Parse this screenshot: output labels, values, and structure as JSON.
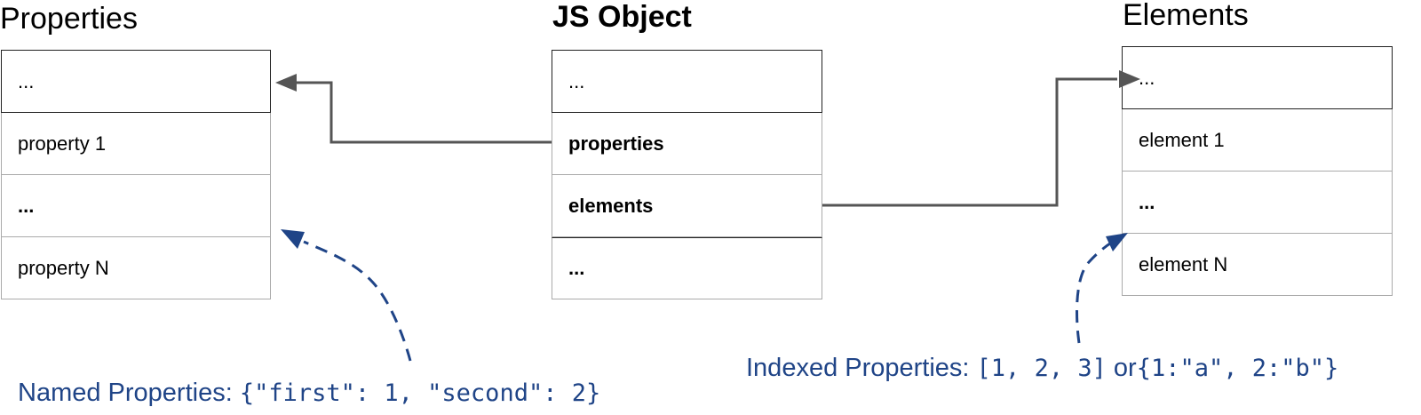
{
  "properties_table": {
    "title": "Properties",
    "rows": [
      "...",
      "property 1",
      "...",
      "property N"
    ]
  },
  "js_object_table": {
    "title": "JS Object",
    "rows": [
      "...",
      "properties",
      "elements",
      "..."
    ]
  },
  "elements_table": {
    "title": "Elements",
    "rows": [
      "...",
      "element 1",
      "...",
      "element N"
    ]
  },
  "named_caption": {
    "label": "Named Properties:",
    "code": "{\"first\": 1, \"second\": 2}"
  },
  "indexed_caption": {
    "label": "Indexed Properties:",
    "code1": "[1, 2, 3]",
    "or": "or",
    "code2": "{1:\"a\", 2:\"b\"}"
  },
  "colors": {
    "arrow": "#555555",
    "annotation": "#1f4487"
  }
}
